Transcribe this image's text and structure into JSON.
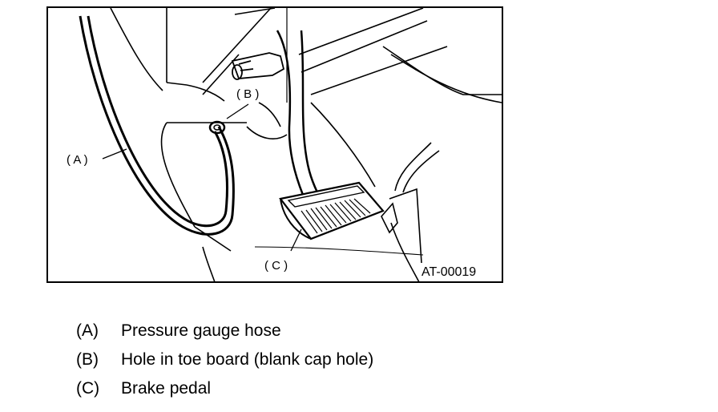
{
  "figure": {
    "callouts": {
      "a": "( A )",
      "b": "( B )",
      "c": "( C )"
    },
    "code": "AT-00019"
  },
  "legend": [
    {
      "key": "(A)",
      "text": "Pressure gauge hose"
    },
    {
      "key": "(B)",
      "text": "Hole in toe board (blank cap hole)"
    },
    {
      "key": "(C)",
      "text": "Brake pedal"
    }
  ]
}
